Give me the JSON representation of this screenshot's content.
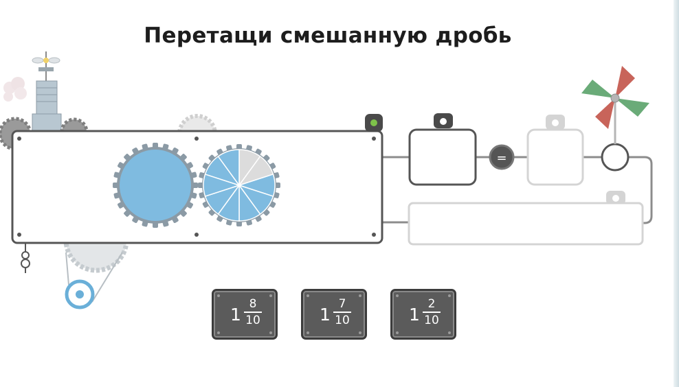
{
  "title": "Перетащи смешанную дробь",
  "equals_sign": "=",
  "fraction_model": {
    "whole_circles": 1,
    "denominator": 10,
    "shaded_parts": 8
  },
  "answer_tiles": [
    {
      "whole": "1",
      "numerator": "8",
      "denominator": "10"
    },
    {
      "whole": "1",
      "numerator": "7",
      "denominator": "10"
    },
    {
      "whole": "1",
      "numerator": "2",
      "denominator": "10"
    }
  ],
  "colors": {
    "fraction_blue": "#7fbbe0",
    "gear_gray": "#8b9aa5",
    "empty_slice": "#dcdcdc",
    "indicator_green": "#7ec34a",
    "tile_bg": "#5b5b5b",
    "flag_red": "#c8645a",
    "flag_green": "#6aab78"
  }
}
